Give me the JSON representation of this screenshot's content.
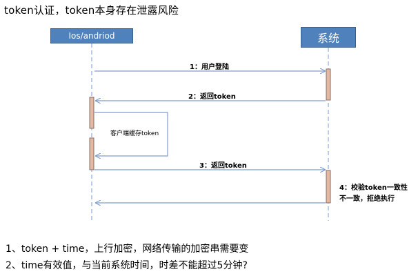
{
  "title": "token认证，token本身存在泄露风险",
  "actors": {
    "client": "Ios/andriod",
    "system": "系统"
  },
  "messages": {
    "m1": "1：用户登陆",
    "m2": "2：返回token",
    "m3": "3：返回token"
  },
  "note_cache": "客户端缓存token",
  "remark": {
    "line1": "4：校验token一致性",
    "line2": "不一致，拒绝执行"
  },
  "footer": {
    "line1": "1、token + time，上行加密，网络传输的加密串需要变",
    "line2": "2、time有效值，与当前系统时间，时差不能超过5分钟?"
  },
  "colors": {
    "actor_fill": "#4f81bd",
    "lifeline": "#8eaadb",
    "arrow": "#7f9ccf",
    "activation": "#e6b8a2"
  }
}
